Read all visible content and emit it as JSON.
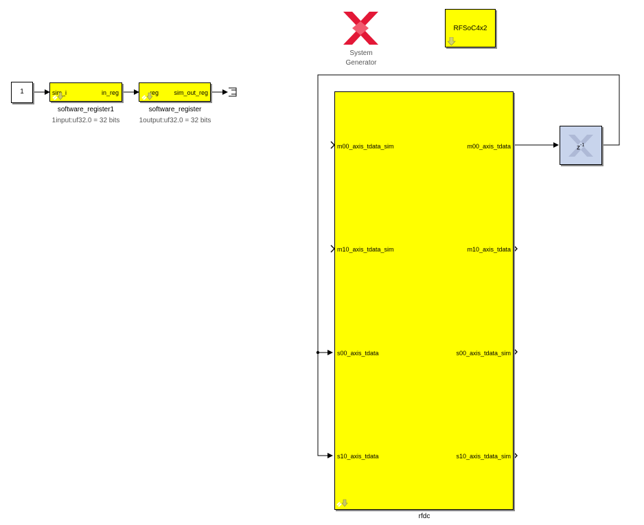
{
  "constant_block": {
    "value": "1"
  },
  "software_register1": {
    "in_port": "sim_i",
    "out_port": "in_reg",
    "name": "software_register1",
    "annotation": "1input:uf32.0 = 32 bits"
  },
  "software_register": {
    "in_port": "in_reg",
    "out_port": "sim_out_reg",
    "name": "software_register",
    "annotation": "1output:uf32.0 = 32 bits"
  },
  "system_generator": {
    "line1": "System",
    "line2": "Generator"
  },
  "rfsoc_block": {
    "label": "RFSoC4x2"
  },
  "rfdc": {
    "name": "rfdc",
    "inputs": [
      "m00_axis_tdata_sim",
      "m10_axis_tdata_sim",
      "s00_axis_tdata",
      "s10_axis_tdata"
    ],
    "outputs": [
      "m00_axis_tdata",
      "m10_axis_tdata",
      "s00_axis_tdata_sim",
      "s10_axis_tdata_sim"
    ]
  },
  "delay_block": {
    "label": "z",
    "exponent": "-1"
  },
  "colors": {
    "block_fill": "#ffff00",
    "delay_fill": "#c8d4ec",
    "xilinx_red": "#e31837",
    "shadow": "#8a8a8a"
  }
}
